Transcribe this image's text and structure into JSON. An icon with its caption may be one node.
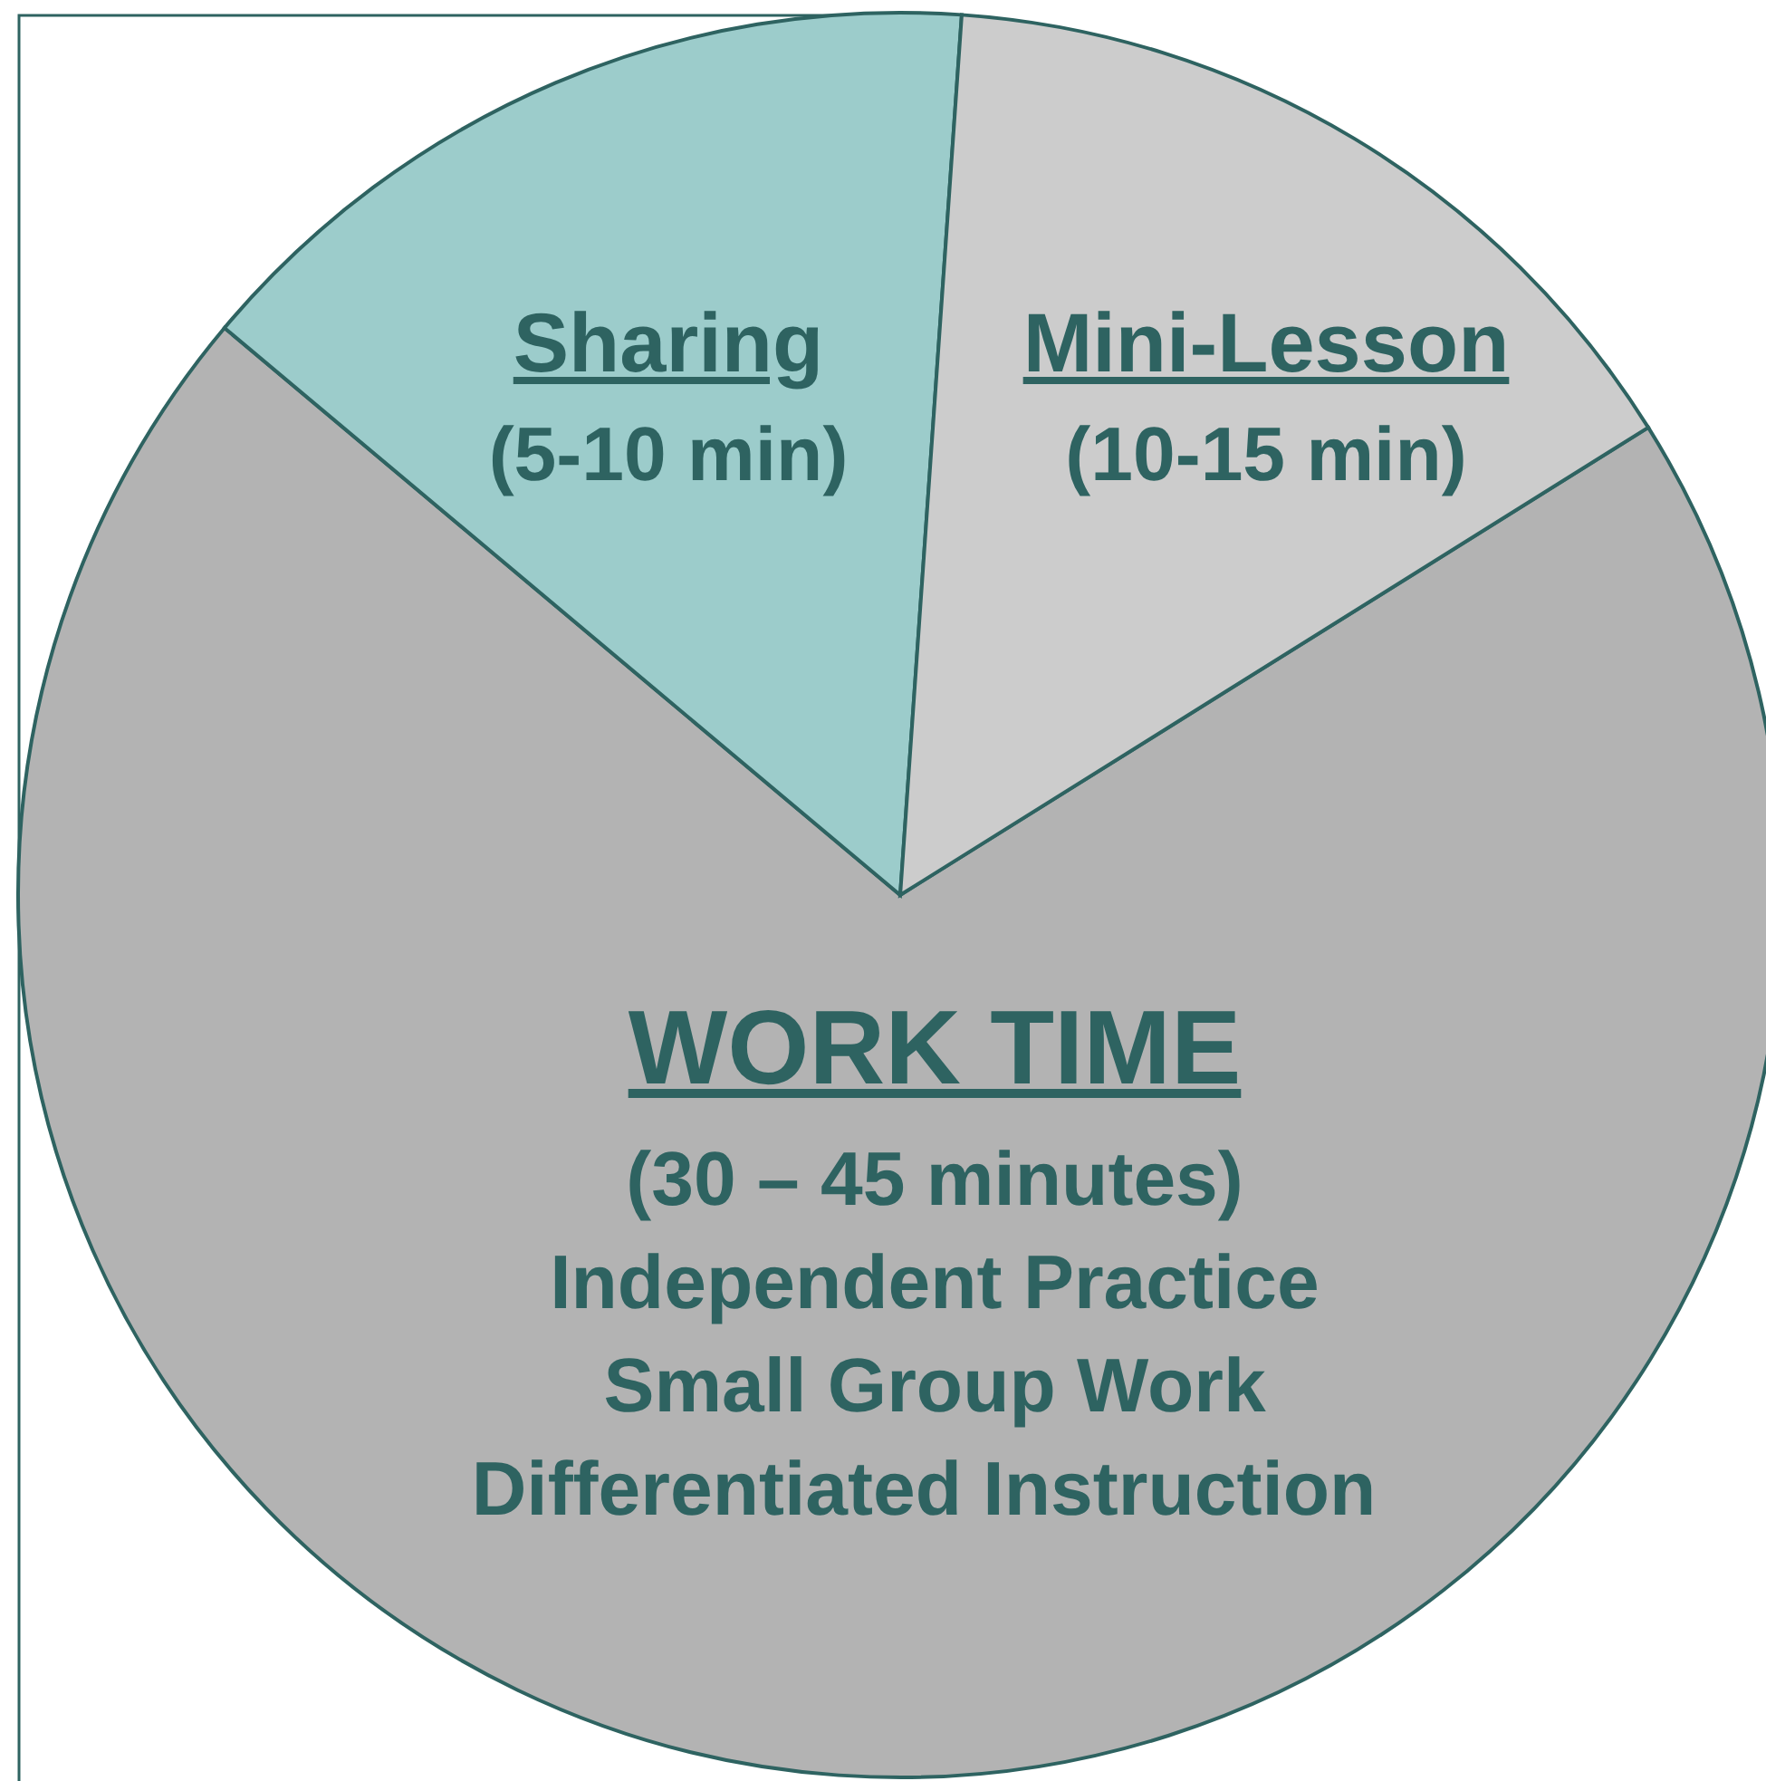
{
  "diagram": {
    "nodes": [
      {
        "text": [
          "Sharing",
          "(5-10 min)"
        ]
      },
      {
        "text": [
          "Mini-Lesson",
          "(10-15 min)"
        ]
      },
      {
        "text": [
          "WORK TIME",
          "(30 – 45 minutes)",
          "Independent Practice",
          "Small Group Work",
          "Differentiated Instruction"
        ]
      }
    ],
    "edges": []
  }
}
